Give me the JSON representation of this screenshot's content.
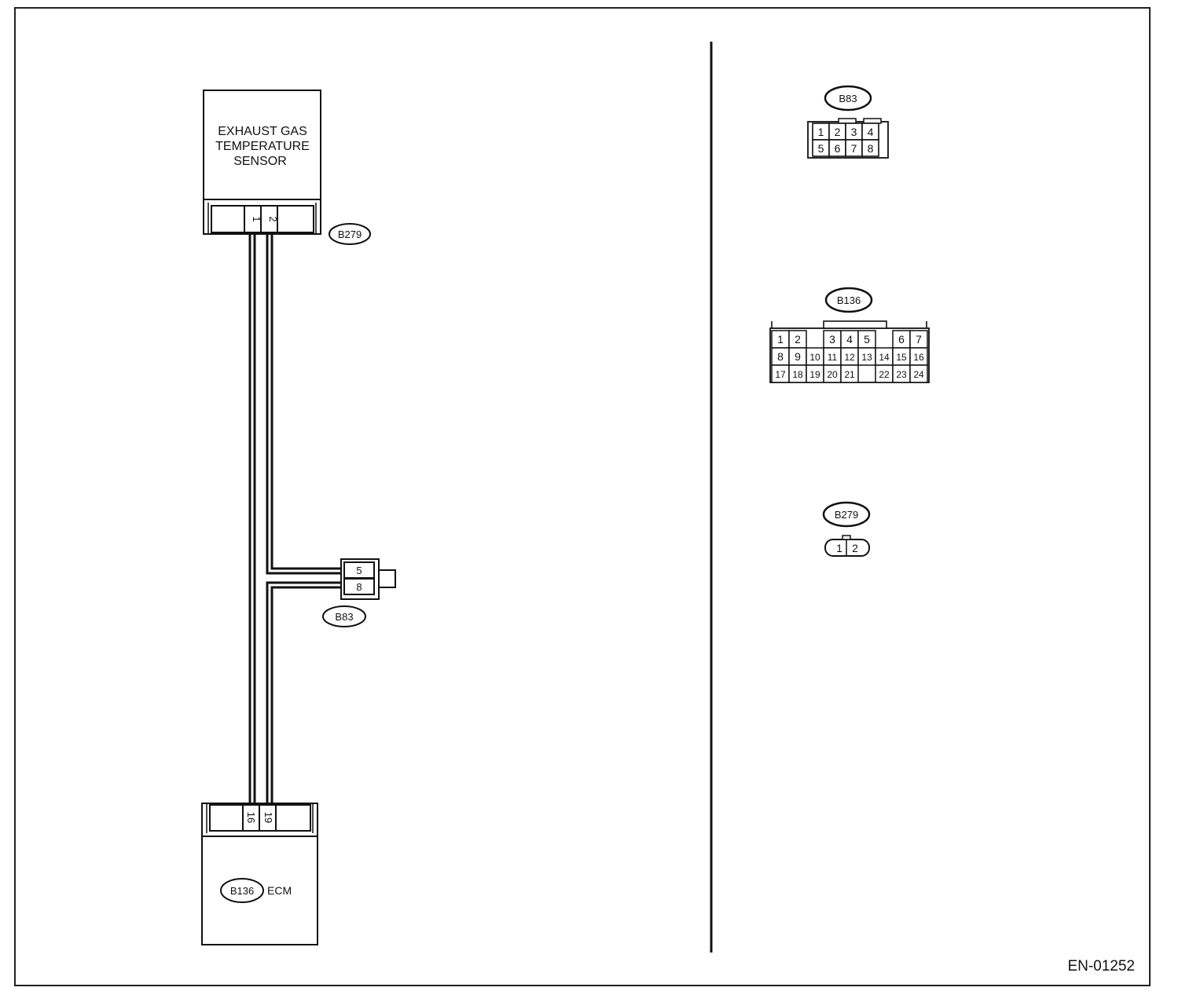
{
  "components": {
    "sensor": {
      "lines": [
        "EXHAUST GAS",
        "TEMPERATURE",
        "SENSOR"
      ]
    },
    "ecm": {
      "connector": "B136",
      "label": "ECM"
    }
  },
  "harness": {
    "sensor_connector": {
      "id": "B279",
      "pins": [
        "1",
        "2"
      ]
    },
    "ecm_connector": {
      "pins": [
        "16",
        "19"
      ]
    },
    "joint_connector": {
      "id": "B83",
      "pins": [
        "5",
        "8"
      ]
    }
  },
  "connector_views": {
    "b83": {
      "id": "B83",
      "rows": [
        [
          "1",
          "2",
          "3",
          "4"
        ],
        [
          "5",
          "6",
          "7",
          "8"
        ]
      ]
    },
    "b136": {
      "id": "B136",
      "rows": [
        [
          "1",
          "2",
          "",
          "3",
          "4",
          "5",
          "6",
          "7"
        ],
        [
          "8",
          "9",
          "10",
          "11",
          "12",
          "13",
          "14",
          "15",
          "16"
        ],
        [
          "17",
          "18",
          "19",
          "20",
          "21",
          "",
          "22",
          "23",
          "24"
        ]
      ]
    },
    "b279": {
      "id": "B279",
      "pins": [
        "1",
        "2"
      ]
    }
  },
  "footer": {
    "code": "EN-01252"
  }
}
